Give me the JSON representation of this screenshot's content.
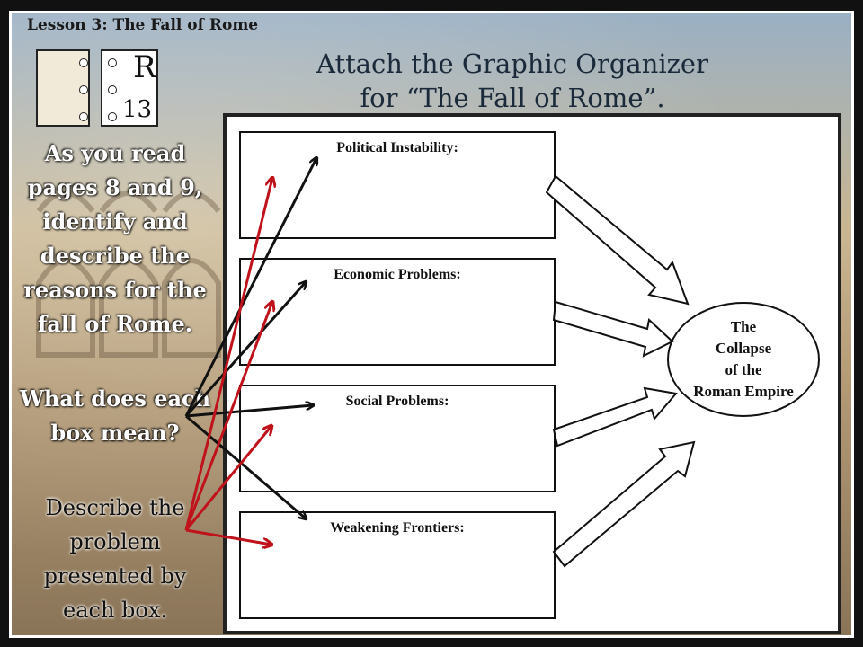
{
  "lesson_label": "Lesson 3: The Fall of Rome",
  "journal": {
    "letter": "R",
    "page": "13"
  },
  "title_line1": "Attach the Graphic Organizer",
  "title_line2": "for “The Fall of Rome”.",
  "instructions": {
    "part1": "As you read pages 8 and 9, identify and describe the reasons for the fall of Rome.",
    "part2": "What does each box mean?",
    "part3": "Describe the problem presented by each box."
  },
  "organizer": {
    "boxes": [
      {
        "label": "Political Instability:"
      },
      {
        "label": "Economic Problems:"
      },
      {
        "label": "Social Problems:"
      },
      {
        "label": "Weakening Frontiers:"
      }
    ],
    "outcome": "The\nCollapse\nof the\nRoman Empire"
  },
  "colors": {
    "black_arrows": "#111111",
    "red_arrows": "#c0121b",
    "title": "#1b2a3a"
  }
}
